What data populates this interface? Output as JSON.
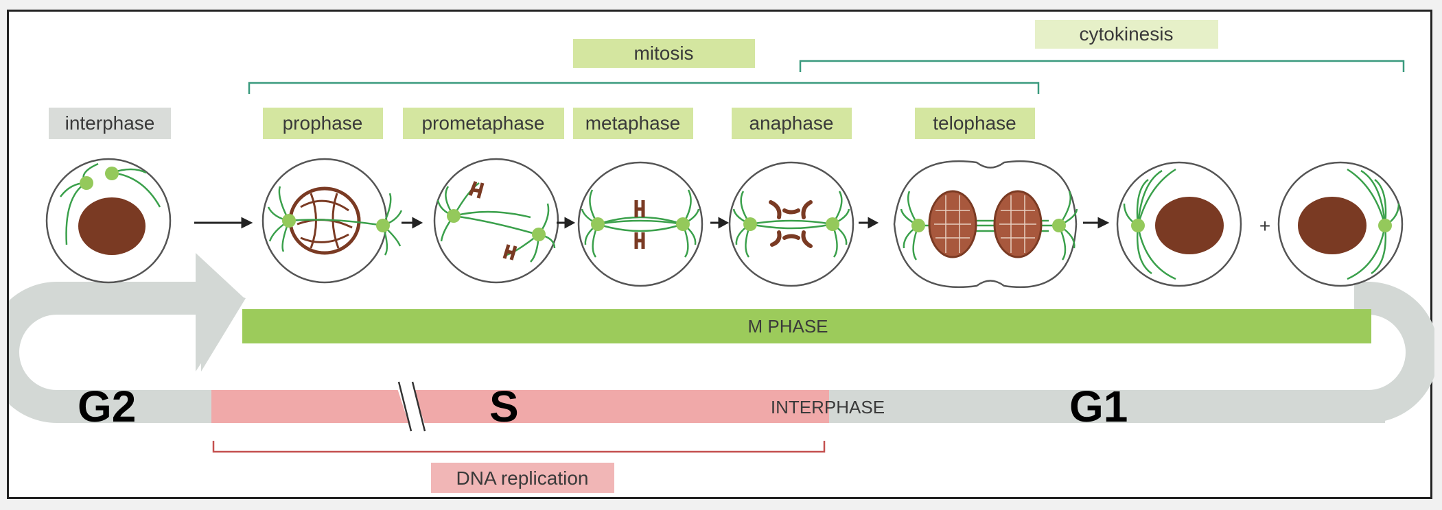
{
  "labels": {
    "mitosis": "mitosis",
    "cytokinesis": "cytokinesis",
    "interphase": "interphase",
    "prophase": "prophase",
    "prometaphase": "prometaphase",
    "metaphase": "metaphase",
    "anaphase": "anaphase",
    "telophase": "telophase",
    "plus": "+",
    "m_phase": "M  PHASE",
    "interphase_band": "INTERPHASE",
    "g2": "G2",
    "s": "S",
    "g1": "G1",
    "dna_replication": "DNA replication"
  },
  "colors": {
    "green_label": "#d4e6a0",
    "pale_green_label": "#e6f0c8",
    "grey_label": "#d9dcd9",
    "pink_label": "#f1b6b6",
    "m_phase_bar": "#9ccb5b",
    "s_phase_bar": "#f0a9a9",
    "cycle_band": "#d3d8d5",
    "bracket_teal": "#3a9a7e",
    "bracket_red": "#c4504f",
    "nucleus": "#7a3a23",
    "spindle": "#3aa04b",
    "centrosome": "#94c95b",
    "cell_outline": "#555555"
  }
}
